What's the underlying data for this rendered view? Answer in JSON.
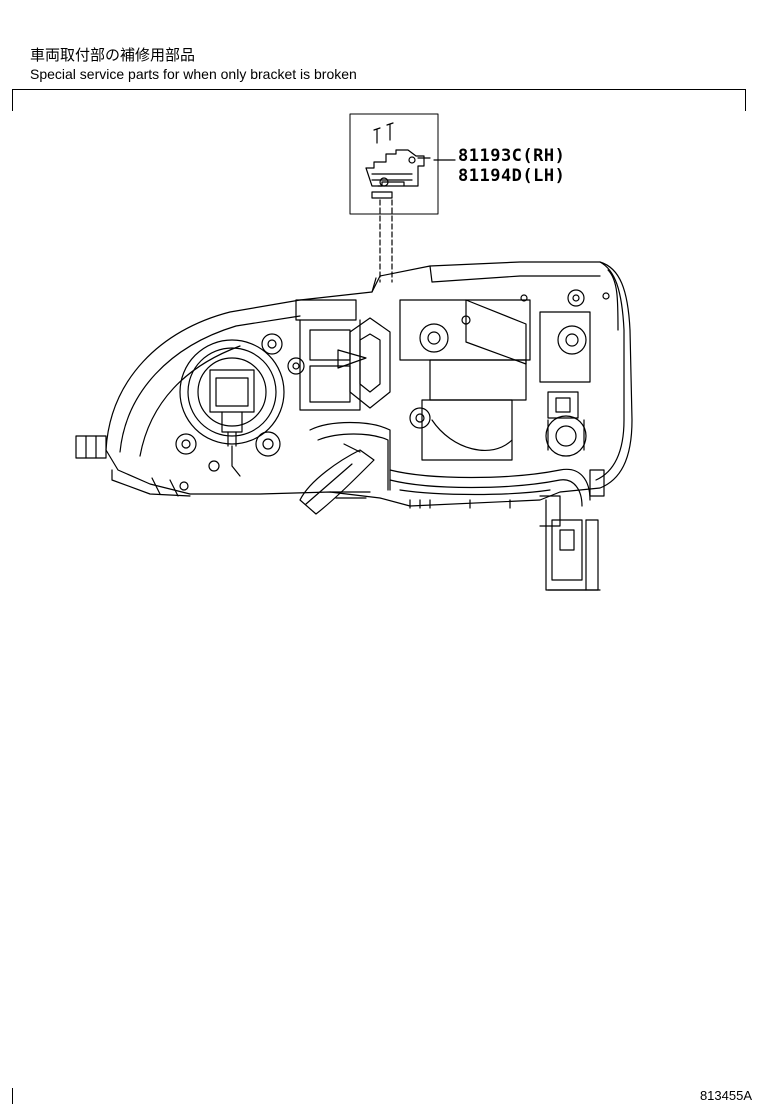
{
  "header": {
    "title_jp": "車両取付部の補修用部品",
    "title_en": "Special service parts for when only bracket is broken"
  },
  "parts": [
    {
      "number": "81193C(RH)"
    },
    {
      "number": "81194D(LH)"
    }
  ],
  "footer": {
    "reference_code": "813455A"
  },
  "icons": {
    "screws": "screw-icon",
    "bracket": "bracket-part-icon",
    "headlamp": "headlamp-assembly-drawing"
  }
}
